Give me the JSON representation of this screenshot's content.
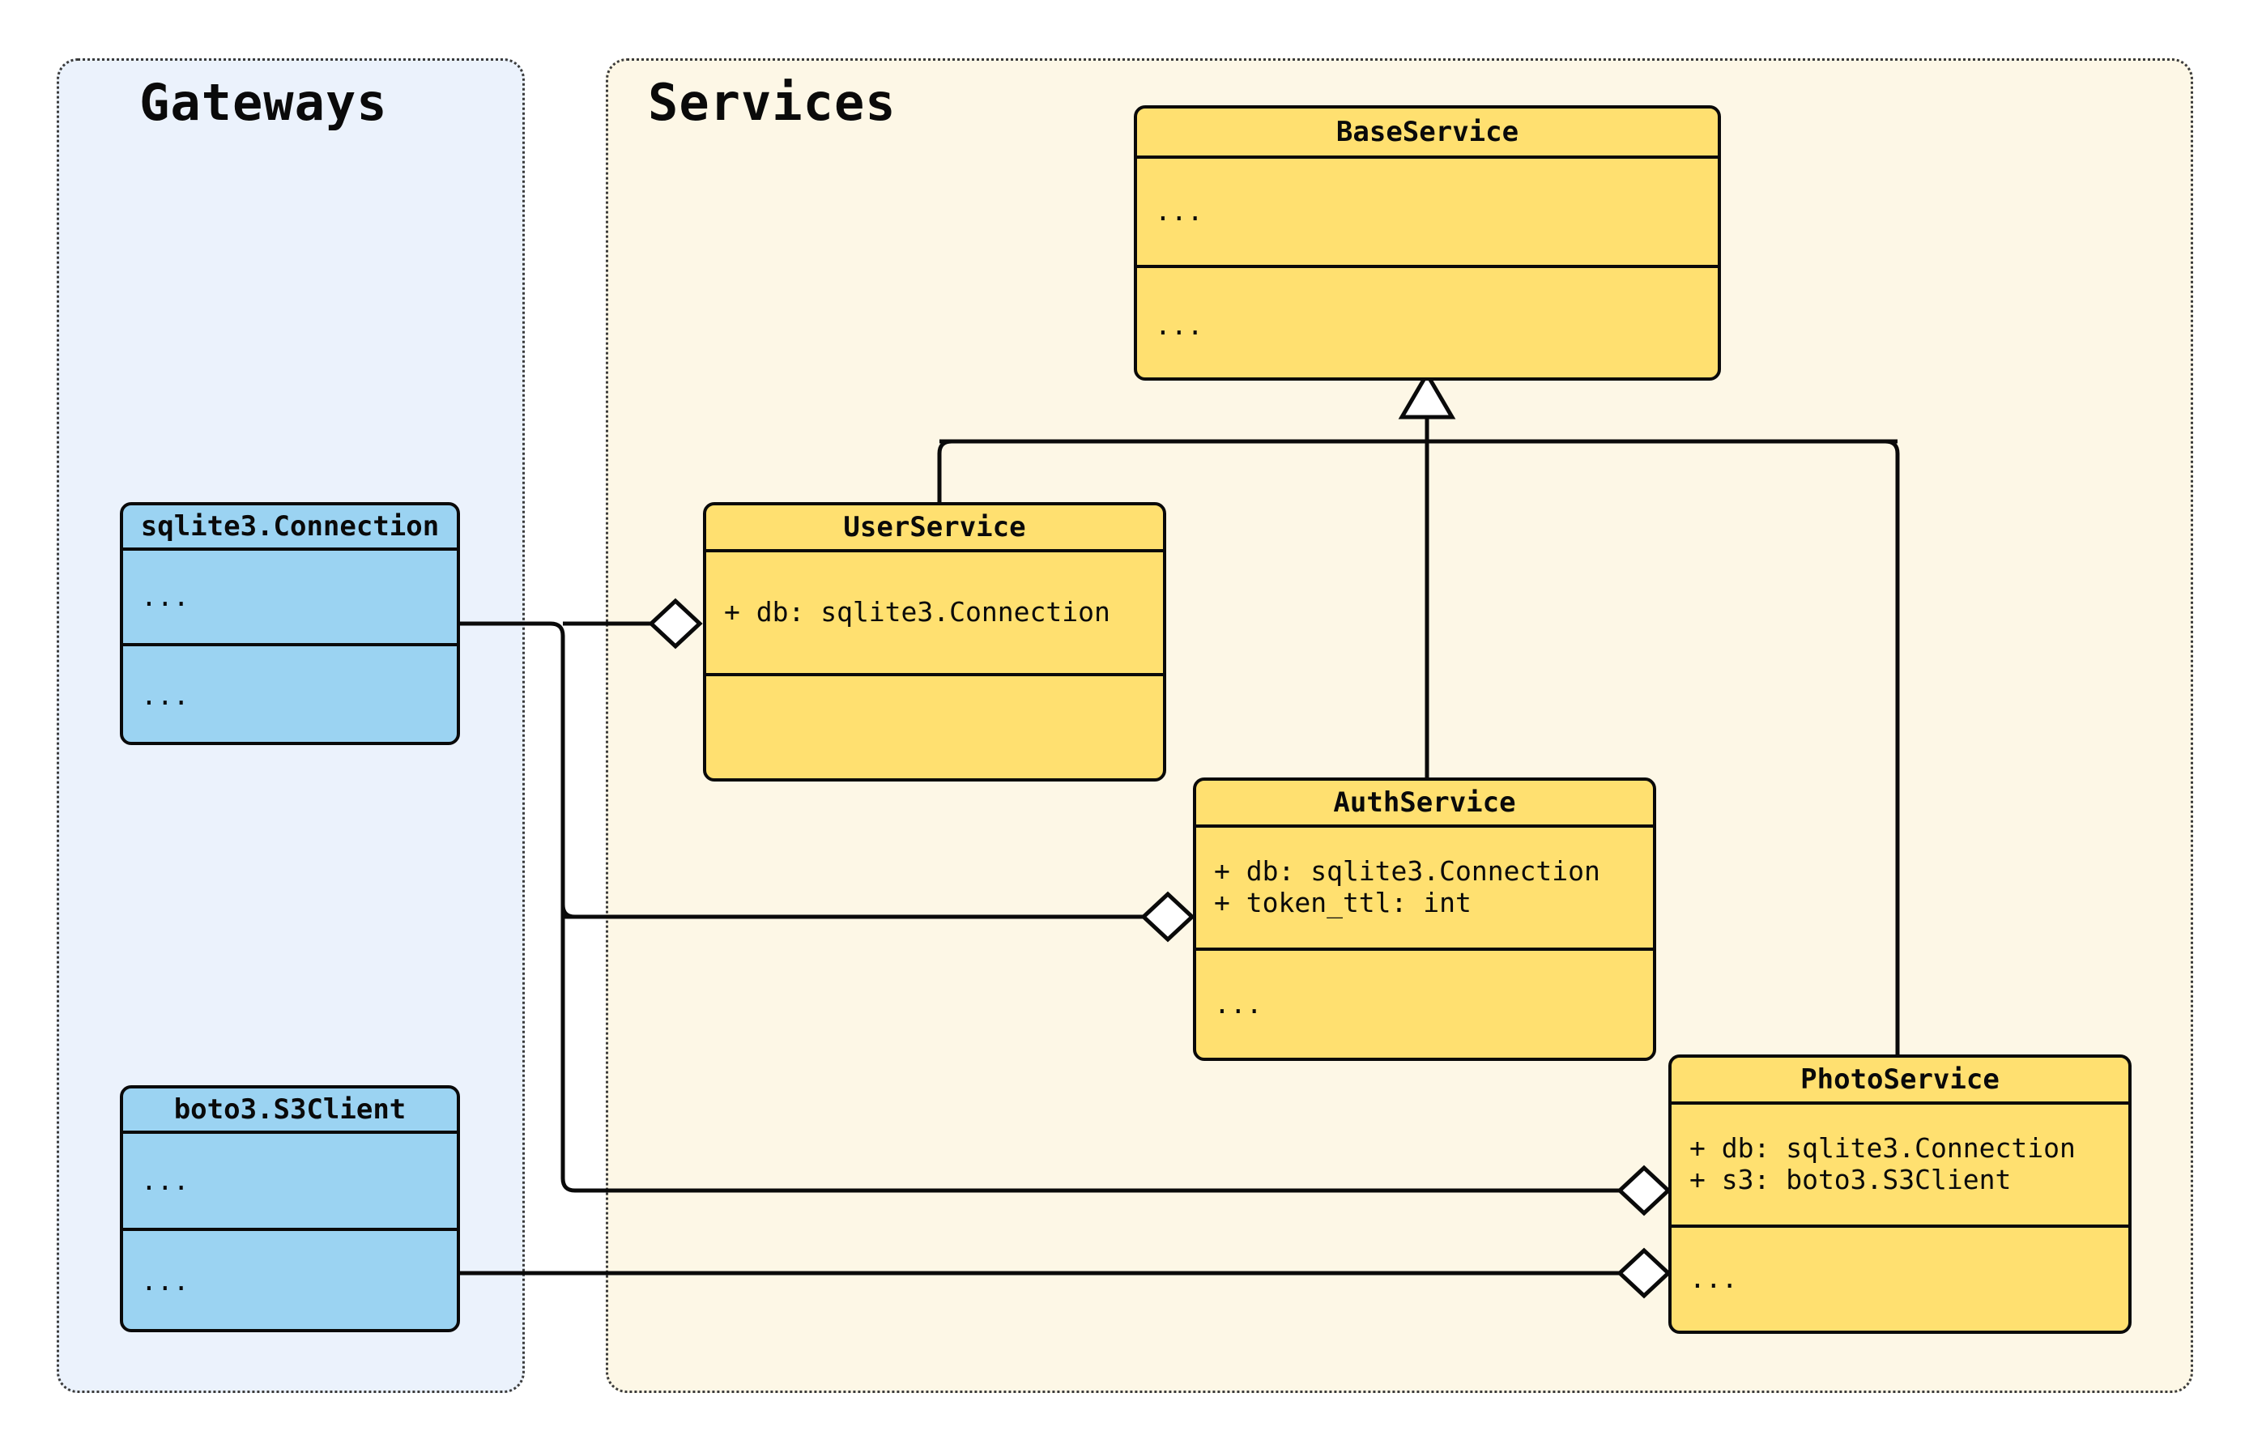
{
  "diagram": {
    "type": "uml-class-diagram",
    "packages": [
      {
        "id": "gateways",
        "title": "Gateways",
        "fill": "#ebf2fc",
        "border": "#3b3b3b"
      },
      {
        "id": "services",
        "title": "Services",
        "fill": "#fdf7e6",
        "border": "#3b3b3b"
      }
    ],
    "colors": {
      "gateway_class_fill": "#9bd3f2",
      "service_class_fill": "#ffe070",
      "stroke": "#0a0a0a",
      "gateway_panel_fill": "#ebf2fc",
      "service_panel_fill": "#fdf7e6"
    }
  },
  "classes": {
    "sqlite_connection": {
      "name": "sqlite3.Connection",
      "attributes": [
        "..."
      ],
      "methods": [
        "..."
      ],
      "package": "gateways"
    },
    "boto3_s3client": {
      "name": "boto3.S3Client",
      "attributes": [
        "..."
      ],
      "methods": [
        "..."
      ],
      "package": "gateways"
    },
    "base_service": {
      "name": "BaseService",
      "attributes": [
        "..."
      ],
      "methods": [
        "..."
      ],
      "package": "services"
    },
    "user_service": {
      "name": "UserService",
      "attributes": [
        "+ db: sqlite3.Connection"
      ],
      "methods": [
        ""
      ],
      "package": "services"
    },
    "auth_service": {
      "name": "AuthService",
      "attributes": [
        "+ db: sqlite3.Connection",
        "+ token_ttl: int"
      ],
      "methods": [
        "..."
      ],
      "package": "services"
    },
    "photo_service": {
      "name": "PhotoService",
      "attributes": [
        "+ db: sqlite3.Connection",
        "+ s3: boto3.S3Client"
      ],
      "methods": [
        "..."
      ],
      "package": "services"
    }
  },
  "relationships": [
    {
      "kind": "generalization",
      "from": "UserService",
      "to": "BaseService",
      "marker": "hollow-triangle"
    },
    {
      "kind": "generalization",
      "from": "AuthService",
      "to": "BaseService",
      "marker": "hollow-triangle"
    },
    {
      "kind": "generalization",
      "from": "PhotoService",
      "to": "BaseService",
      "marker": "hollow-triangle"
    },
    {
      "kind": "aggregation",
      "from": "sqlite3.Connection",
      "to": "UserService",
      "marker": "hollow-diamond"
    },
    {
      "kind": "aggregation",
      "from": "sqlite3.Connection",
      "to": "AuthService",
      "marker": "hollow-diamond"
    },
    {
      "kind": "aggregation",
      "from": "sqlite3.Connection",
      "to": "PhotoService",
      "marker": "hollow-diamond"
    },
    {
      "kind": "aggregation",
      "from": "boto3.S3Client",
      "to": "PhotoService",
      "marker": "hollow-diamond"
    }
  ]
}
